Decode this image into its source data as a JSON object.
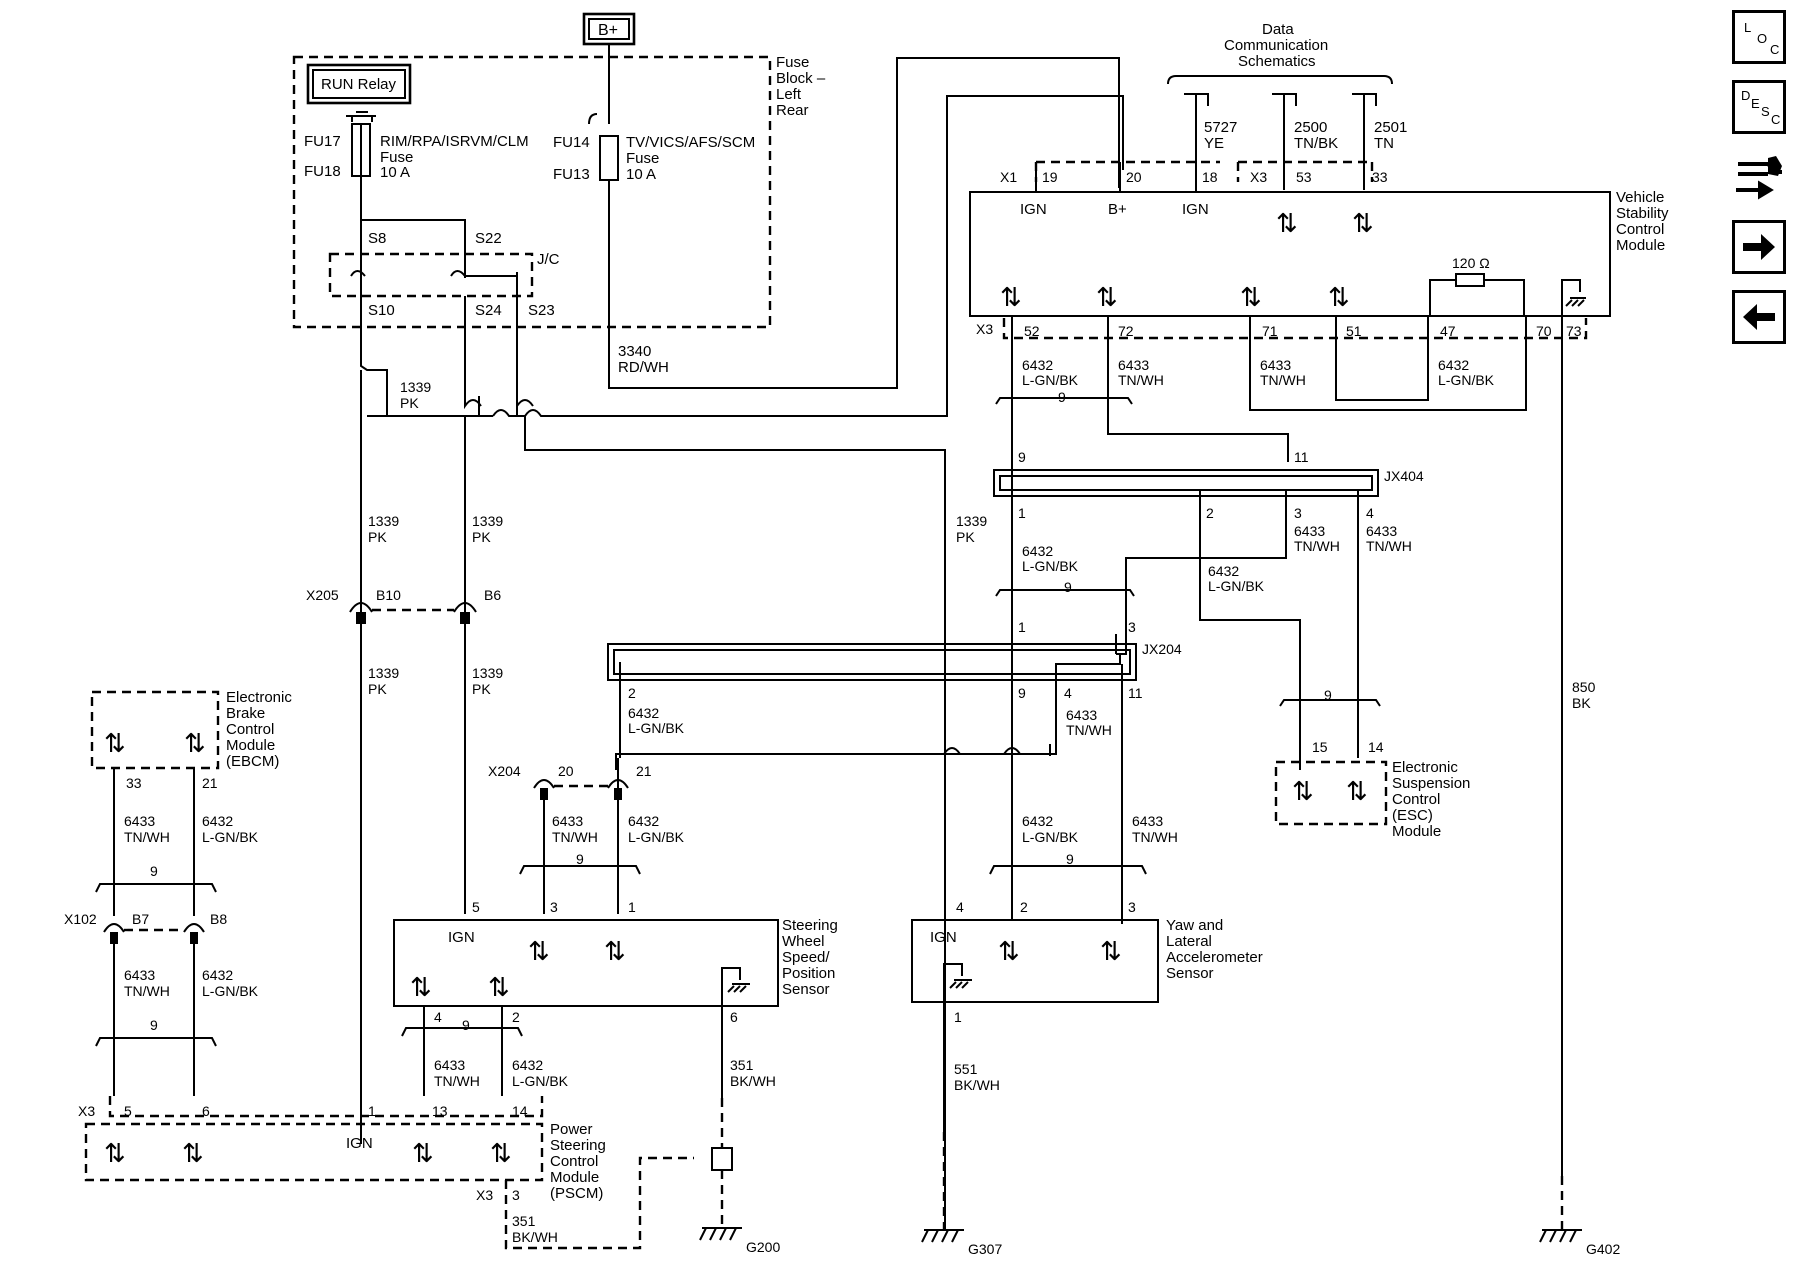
{
  "nav": {
    "loc": [
      "L",
      "O",
      "C"
    ],
    "desc": [
      "D",
      "E",
      "S",
      "C"
    ]
  },
  "power": {
    "bplus": "B+",
    "fuse_block": [
      "Fuse",
      "Block –",
      "Left",
      "Rear"
    ],
    "run_relay": "RUN Relay",
    "fu17": "FU17",
    "fu18": "FU18",
    "fuse_a_name": "RIM/RPA/ISRVM/CLM",
    "fuse_a_word": "Fuse",
    "fuse_a_amp": "10 A",
    "fu14": "FU14",
    "fu13": "FU13",
    "fuse_b_name": "TV/VICS/AFS/SCM",
    "fuse_b_word": "Fuse",
    "fuse_b_amp": "10 A",
    "s8": "S8",
    "s22": "S22",
    "jc": "J/C",
    "s10": "S10",
    "s24": "S24",
    "s23": "S23",
    "w3340": "3340",
    "w3340c": "RD/WH"
  },
  "wires": {
    "c1339": "1339",
    "pk": "PK",
    "c6432": "6432",
    "lgnbk": "L-GN/BK",
    "c6433": "6433",
    "tnwh": "TN/WH",
    "c5727": "5727",
    "ye": "YE",
    "c2500": "2500",
    "tnbk": "TN/BK",
    "c2501": "2501",
    "tn": "TN",
    "c850": "850",
    "bk": "BK",
    "c351": "351",
    "bkwh": "BK/WH",
    "c551": "551",
    "twist": "9"
  },
  "connectors": {
    "x1": "X1",
    "x3": "X3",
    "x205": "X205",
    "x204": "X204",
    "x102": "X102",
    "b10": "B10",
    "b6": "B6",
    "b7": "B7",
    "b8": "B8",
    "jx404": "JX404",
    "jx204": "JX204",
    "g200": "G200",
    "g307": "G307",
    "g402": "G402"
  },
  "vscm": {
    "name": [
      "Vehicle",
      "Stability",
      "Control",
      "Module"
    ],
    "pins_top": [
      "19",
      "20",
      "18",
      "53",
      "33"
    ],
    "labels_top": [
      "IGN",
      "B+",
      "IGN"
    ],
    "pins_bottom": [
      "52",
      "72",
      "71",
      "51",
      "47",
      "70",
      "73"
    ],
    "resistor": "120 Ω"
  },
  "data_comm": [
    "Data",
    "Communication",
    "Schematics"
  ],
  "ebcm": {
    "name": [
      "Electronic",
      "Brake",
      "Control",
      "Module",
      "(EBCM)"
    ],
    "pins": [
      "33",
      "21"
    ]
  },
  "pscm": {
    "name": [
      "Power",
      "Steering",
      "Control",
      "Module",
      "(PSCM)"
    ],
    "pins": [
      "5",
      "6",
      "1",
      "13",
      "14"
    ],
    "ign": "IGN",
    "pin3": "3"
  },
  "swps": {
    "name": [
      "Steering",
      "Wheel",
      "Speed/",
      "Position",
      "Sensor"
    ],
    "pins": [
      "5",
      "3",
      "1",
      "4",
      "2",
      "6"
    ],
    "ign": "IGN"
  },
  "yaw": {
    "name": [
      "Yaw and",
      "Lateral",
      "Accelerometer",
      "Sensor"
    ],
    "pins": [
      "4",
      "2",
      "3",
      "1"
    ],
    "ign": "IGN"
  },
  "esc": {
    "name": [
      "Electronic",
      "Suspension",
      "Control",
      "(ESC)",
      "Module"
    ],
    "pins": [
      "15",
      "14"
    ]
  },
  "jx404_pins": [
    "9",
    "11",
    "1",
    "2",
    "3",
    "4"
  ],
  "jx204_pins": [
    "1",
    "3",
    "2",
    "9",
    "4",
    "11"
  ],
  "x204_pins": [
    "20",
    "21"
  ]
}
